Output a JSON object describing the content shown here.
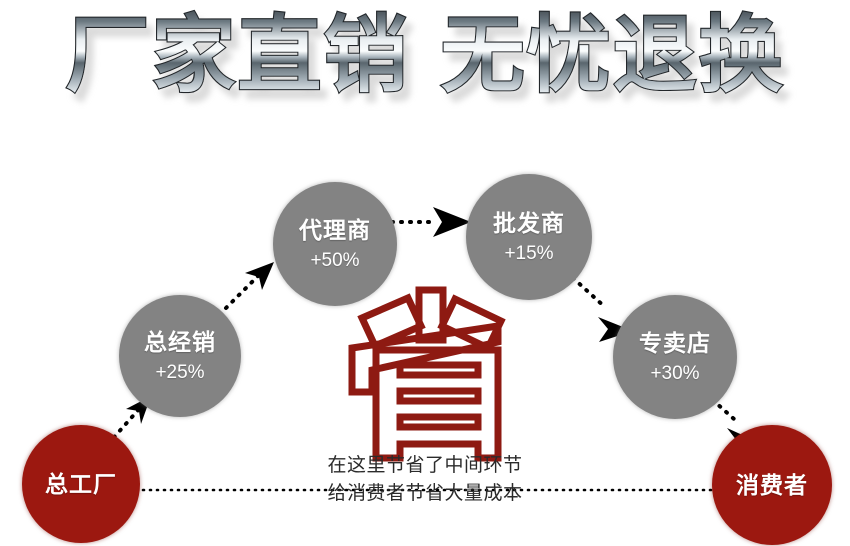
{
  "headline": {
    "text": "厂家直销 无忧退换",
    "part1": "厂家直销",
    "part2": "无忧退换",
    "style": "metallic-silver-3d",
    "colors": {
      "highlight": "#f2f5f7",
      "mid": "#8e9aa2",
      "dark": "#2a3136",
      "outline": "#1d2226",
      "shadow": "#b9b9b9"
    }
  },
  "colors": {
    "gray_node": "#838383",
    "red_node": "#9c1810",
    "center_char": "#8e1a12",
    "connector": "#000000",
    "background": "#ffffff",
    "caption_text": "#2b2b2b"
  },
  "flow": {
    "nodes": [
      {
        "id": "factory",
        "label": "总工厂",
        "pct": "",
        "type": "red"
      },
      {
        "id": "general",
        "label": "总经销",
        "pct": "+25%",
        "type": "gray"
      },
      {
        "id": "agent",
        "label": "代理商",
        "pct": "+50%",
        "type": "gray"
      },
      {
        "id": "wholesale",
        "label": "批发商",
        "pct": "+15%",
        "type": "gray"
      },
      {
        "id": "store",
        "label": "专卖店",
        "pct": "+30%",
        "type": "gray"
      },
      {
        "id": "consumer",
        "label": "消费者",
        "pct": "",
        "type": "red"
      }
    ],
    "arrows": [
      {
        "from": "factory",
        "to": "general",
        "style": "dotted-arrow",
        "direction": "up-right"
      },
      {
        "from": "general",
        "to": "agent",
        "style": "dotted-arrow",
        "direction": "up-right"
      },
      {
        "from": "agent",
        "to": "wholesale",
        "style": "dotted-arrow",
        "direction": "right"
      },
      {
        "from": "wholesale",
        "to": "store",
        "style": "dotted-arrow",
        "direction": "down-right"
      },
      {
        "from": "store",
        "to": "consumer",
        "style": "dotted-arrow",
        "direction": "down-right"
      },
      {
        "from": "factory",
        "to": "consumer",
        "style": "dotted-line",
        "direction": "right"
      }
    ]
  },
  "center": {
    "character": "省",
    "meaning_icon": "save-character-outline"
  },
  "caption": {
    "line1": "在这里节省了中间环节",
    "line2": "给消费者节省大量成本"
  }
}
